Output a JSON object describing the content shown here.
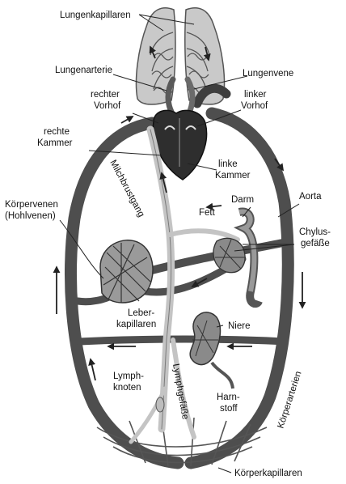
{
  "colors": {
    "vessel": "#5a5a5a",
    "vessel_dark": "#3e3e3e",
    "lung": "#c9c9c9",
    "lymph": "#d6d6d6",
    "heart": "#2e2e2e",
    "text": "#111111"
  },
  "labels": {
    "lungenkapillaren": "Lungenkapillaren",
    "lungenarterie": "Lungenarterie",
    "lungenvene": "Lungenvene",
    "rechter_vorhof_1": "rechter",
    "rechter_vorhof_2": "Vorhof",
    "linker_vorhof_1": "linker",
    "linker_vorhof_2": "Vorhof",
    "rechte_kammer_1": "rechte",
    "rechte_kammer_2": "Kammer",
    "linke_kammer_1": "linke",
    "linke_kammer_2": "Kammer",
    "milchbrustgang": "Milchbrustgang",
    "koerpervenen_1": "Körpervenen",
    "koerpervenen_2": "(Hohlvenen)",
    "darm": "Darm",
    "aorta": "Aorta",
    "fett": "Fett",
    "chylus_1": "Chylus-",
    "chylus_2": "gefäße",
    "leber_1": "Leber-",
    "leber_2": "kapillaren",
    "niere": "Niere",
    "lymphknoten_1": "Lymph-",
    "lymphknoten_2": "knoten",
    "lymphgefaesse": "Lymphgefäße",
    "harnstoff_1": "Harn-",
    "harnstoff_2": "stoff",
    "koerperarterien": "Körperarterien",
    "koerperkapillaren": "Körperkapillaren"
  }
}
